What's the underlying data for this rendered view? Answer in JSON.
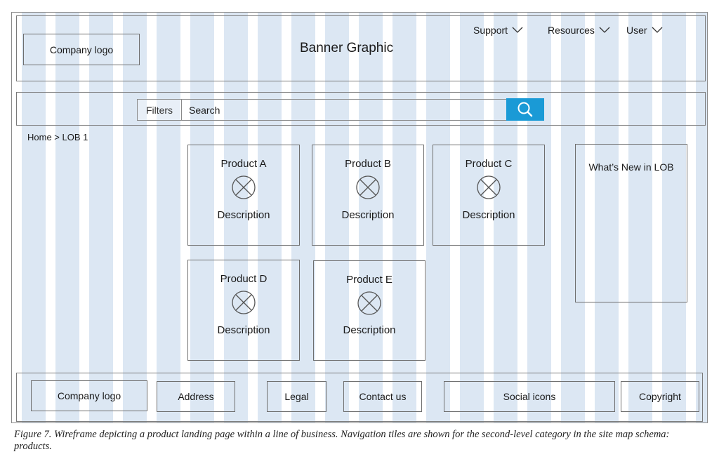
{
  "header": {
    "logo": "Company logo",
    "banner": "Banner Graphic",
    "nav": [
      {
        "label": "Support",
        "icon": "chevron-down-icon"
      },
      {
        "label": "Resources",
        "icon": "chevron-down-icon"
      },
      {
        "label": "User",
        "icon": "chevron-down-icon"
      }
    ]
  },
  "search": {
    "filters_label": "Filters",
    "input_label": "Search",
    "button_icon": "search-icon",
    "button_color": "#1a9ad6"
  },
  "breadcrumb": "Home > LOB 1",
  "products": [
    {
      "title": "Product A",
      "description": "Description",
      "icon": "image-placeholder-icon"
    },
    {
      "title": "Product B",
      "description": "Description",
      "icon": "image-placeholder-icon"
    },
    {
      "title": "Product C",
      "description": "Description",
      "icon": "image-placeholder-icon"
    },
    {
      "title": "Product D",
      "description": "Description",
      "icon": "image-placeholder-icon"
    },
    {
      "title": "Product E",
      "description": "Description",
      "icon": "image-placeholder-icon"
    }
  ],
  "whats_new": "What’s New in LOB",
  "footer": {
    "logo": "Company logo",
    "address": "Address",
    "legal": "Legal",
    "contact": "Contact us",
    "social": "Social icons",
    "copyright": "Copyright"
  },
  "caption": "Figure 7. Wireframe depicting a product landing page within a line of business. Navigation tiles are shown for the second-level category in the site map schema: products."
}
